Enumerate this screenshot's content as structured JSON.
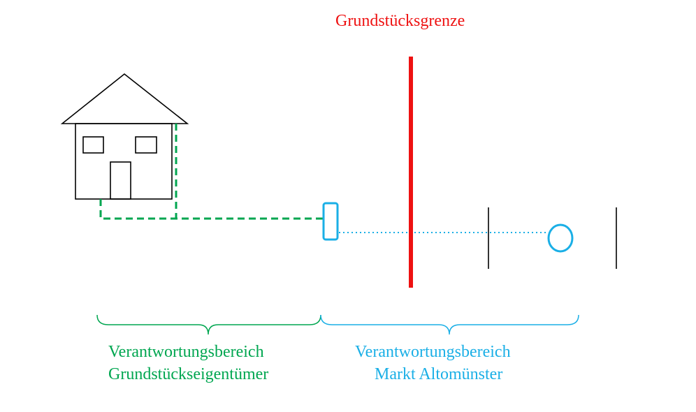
{
  "boundary_label": "Grundstücksgrenze",
  "owner_area": {
    "line1": "Verantwortungsbereich",
    "line2": "Grundstückseigentümer"
  },
  "market_area": {
    "line1": "Verantwortungsbereich",
    "line2": "Markt Altomünster"
  },
  "colors": {
    "boundary": "#ee1111",
    "owner": "#00a650",
    "market": "#1aafe6",
    "outline": "#000000"
  }
}
